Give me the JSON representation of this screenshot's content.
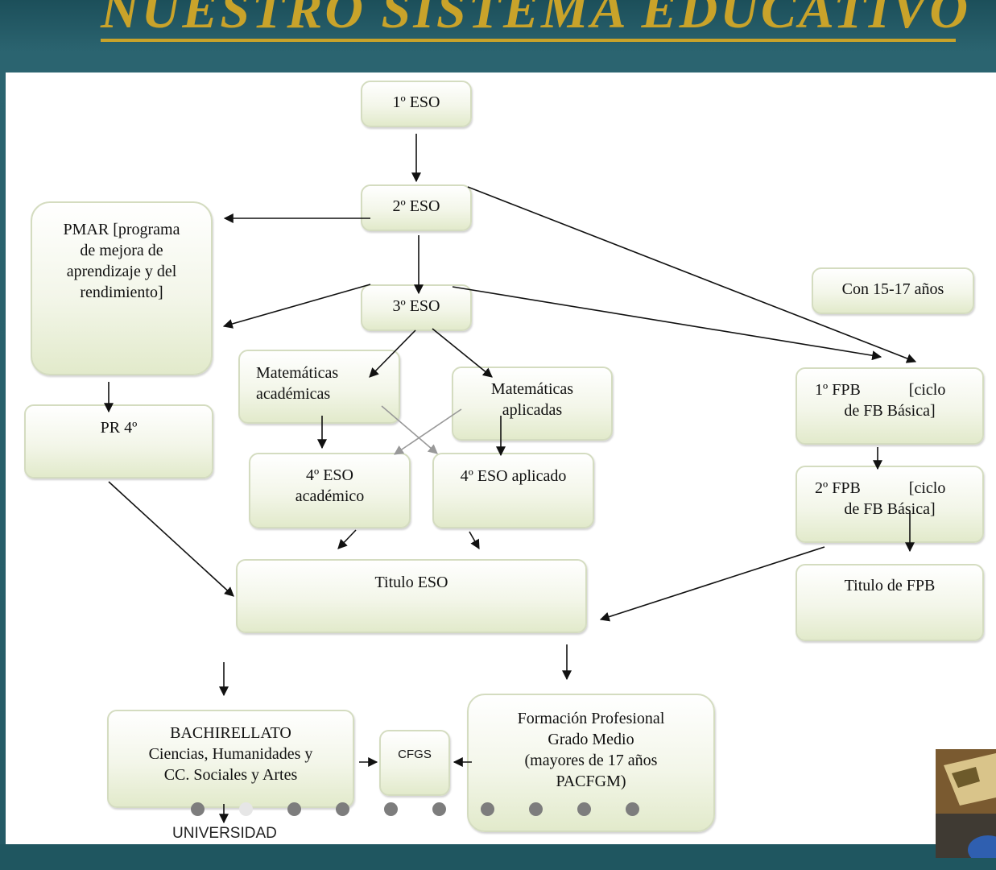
{
  "slide": {
    "title": "NUESTRO SISTEMA EDUCATIVO",
    "footer_label": "UNIVERSIDAD",
    "dot_count": 10,
    "active_dot": 1
  },
  "colors": {
    "title": "#c9a32a",
    "background": "#245a65",
    "box_fill": "#e2eacb"
  },
  "nodes": {
    "eso1": "1º ESO",
    "eso2": "2º ESO",
    "eso3": "3º ESO",
    "pmar": [
      "PMAR  [programa",
      "de mejora de",
      "aprendizaje y del",
      "rendimiento]"
    ],
    "pr4": "PR 4º",
    "mat_acad": [
      "Matemáticas",
      "académicas"
    ],
    "mat_apl": [
      "Matemáticas",
      "aplicadas"
    ],
    "eso4_acad": [
      "4º ESO",
      "académico"
    ],
    "eso4_apl": "4º ESO aplicado",
    "titulo_eso": "Titulo ESO",
    "edad": "Con 15-17 años",
    "fpb1": [
      "1º FPB            [ciclo",
      "de FB Básica]"
    ],
    "fpb2": [
      "2º FPB            [ciclo",
      "de FB Básica]"
    ],
    "titulo_fpb": "Titulo de FPB",
    "bach": [
      "BACHIRELLATO",
      "Ciencias, Humanidades y",
      "CC. Sociales y Artes"
    ],
    "cfgs": "CFGS",
    "fpgm": [
      "Formación Profesional",
      "Grado Medio",
      "(mayores de 17 años",
      "PACFGM)"
    ]
  }
}
